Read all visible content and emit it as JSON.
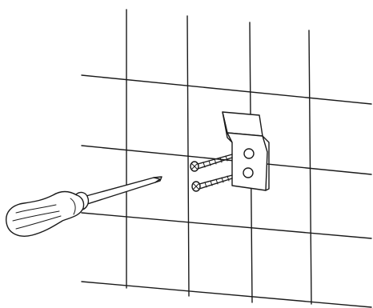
{
  "figure": {
    "background_color": "#ffffff",
    "line_color": "#1a1a1a",
    "wall_grid": {
      "vertical_lines": 4,
      "horizontal_lines": 4
    },
    "bracket": {
      "hole_count": 2
    },
    "screws": {
      "count": 2
    },
    "tool": {
      "icon": "screwdriver-icon"
    }
  }
}
